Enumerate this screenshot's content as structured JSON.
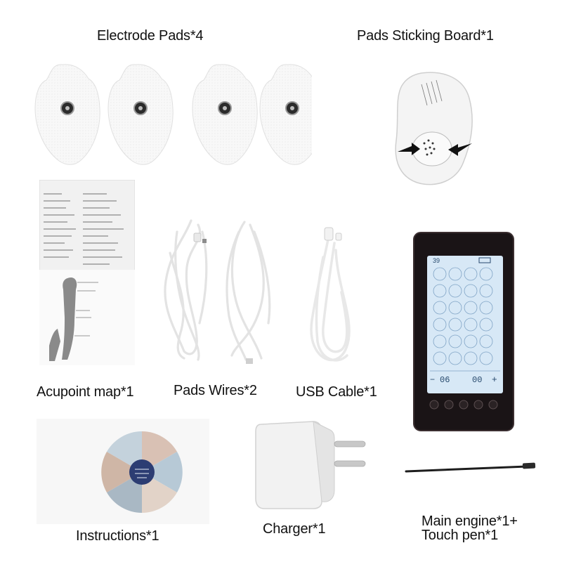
{
  "labels": {
    "electrode_pads": "Electrode Pads*4",
    "sticking_board": "Pads Sticking Board*1",
    "acupoint_map": "Acupoint map*1",
    "pads_wires": "Pads Wires*2",
    "usb_cable": "USB Cable*1",
    "instructions": "Instructions*1",
    "charger": "Charger*1",
    "main_engine_line1": "Main engine*1+",
    "main_engine_line2": "Touch pen*1"
  },
  "device_screen": {
    "top_number": "39",
    "left_value": "06",
    "right_value": "00",
    "minus": "−",
    "plus": "+"
  },
  "colors": {
    "device_body": "#1a1416",
    "screen": "#d7e8f6",
    "pad_white": "#f7f7f7"
  }
}
